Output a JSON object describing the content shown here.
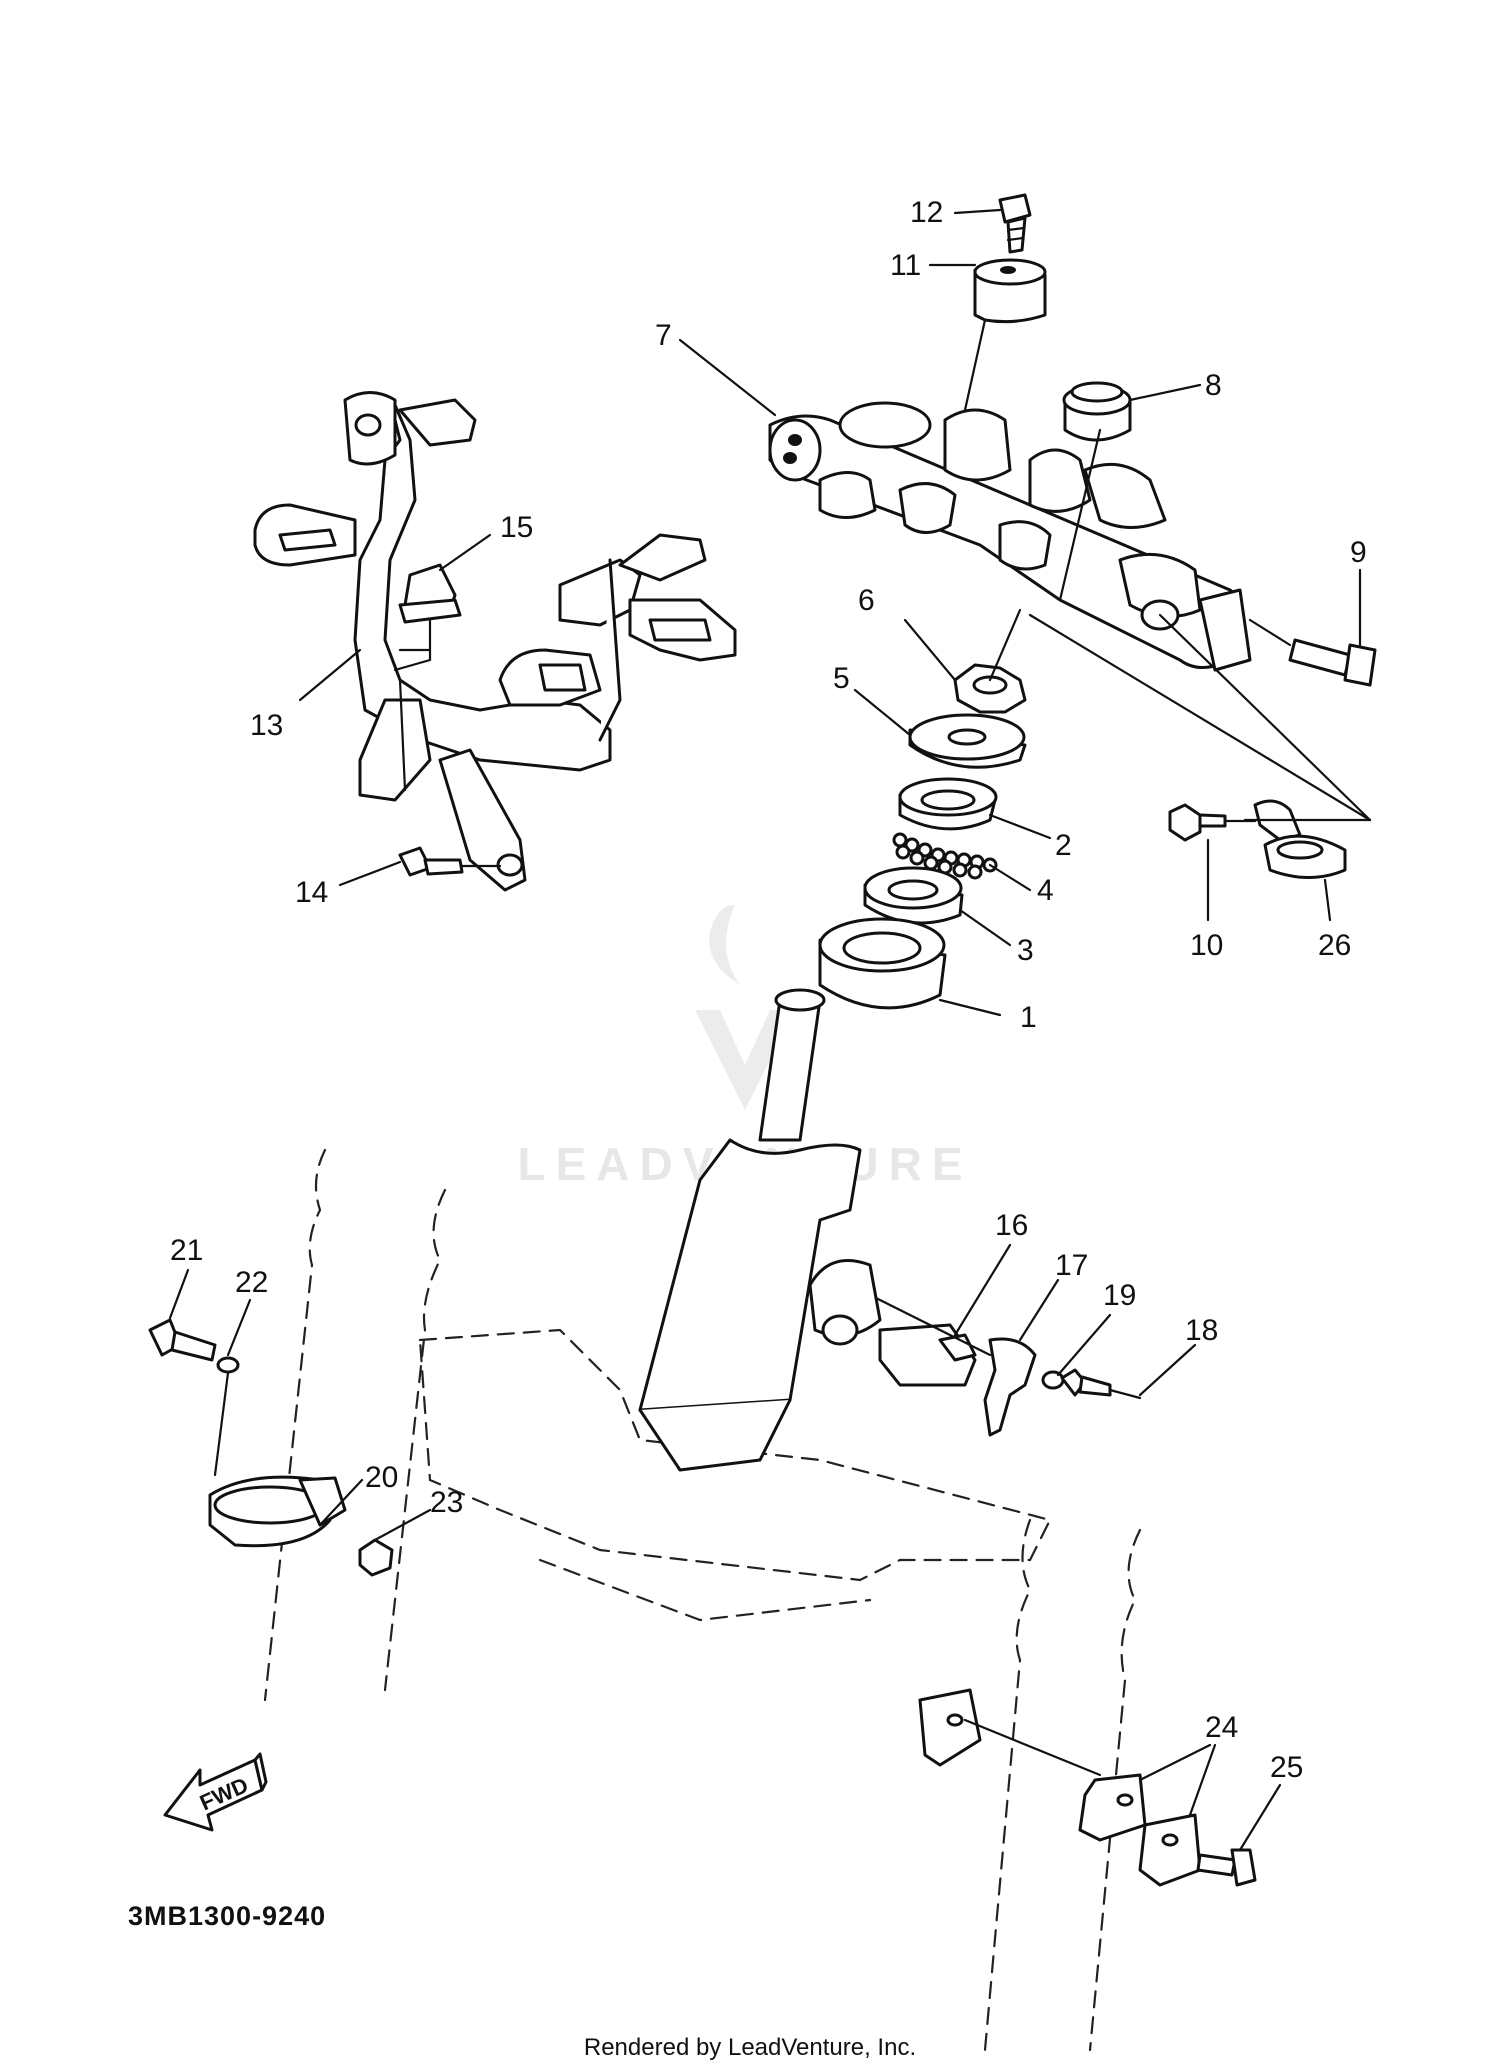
{
  "diagram": {
    "drawing_code": "3MB1300-9240",
    "credit": "Rendered by LeadVenture, Inc.",
    "watermark": "LEADVENTURE",
    "fwd_label": "FWD",
    "callouts": [
      "1",
      "2",
      "3",
      "4",
      "5",
      "6",
      "7",
      "8",
      "9",
      "10",
      "11",
      "12",
      "13",
      "14",
      "15",
      "16",
      "17",
      "18",
      "19",
      "20",
      "21",
      "22",
      "23",
      "24",
      "25",
      "26"
    ]
  }
}
